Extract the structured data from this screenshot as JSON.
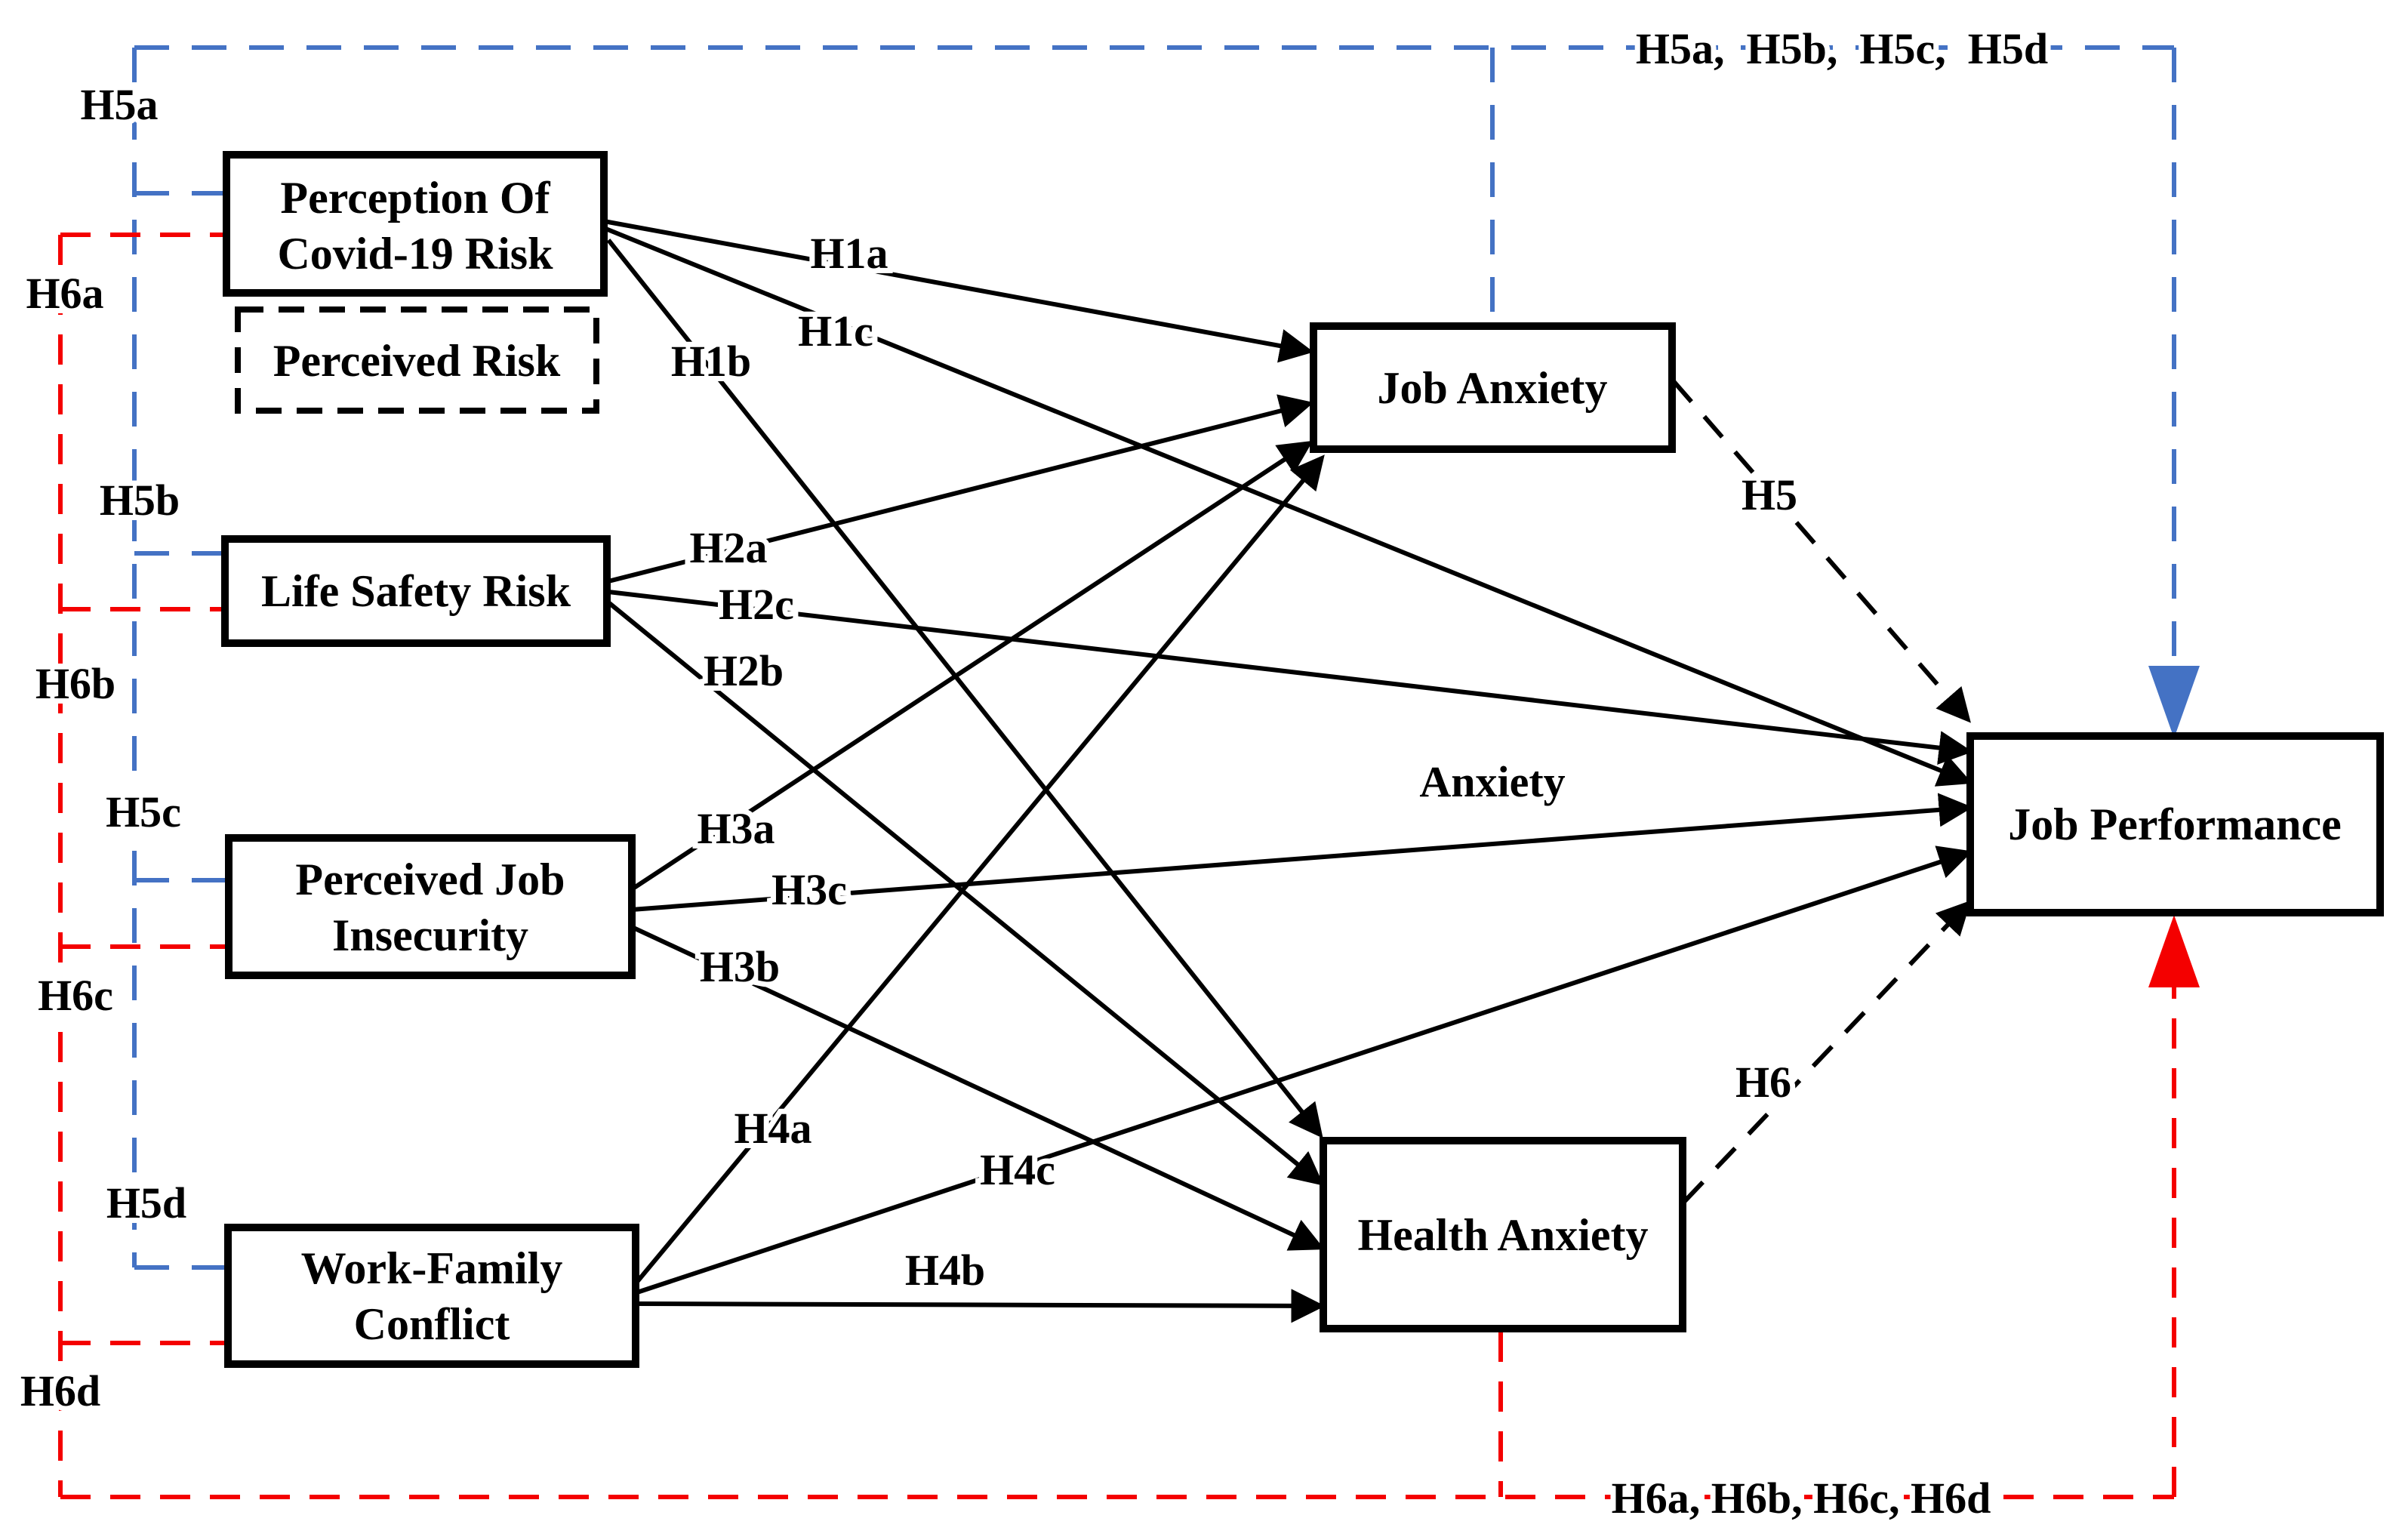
{
  "diagram": {
    "colors": {
      "mediation_blue": "#4472c4",
      "moderation_red": "#f40000",
      "ink_black": "#000000"
    },
    "boxes": {
      "perception": {
        "line1": "Perception Of",
        "line2": "Covid-19 Risk"
      },
      "perceived_risk": {
        "label": "Perceived Risk"
      },
      "life_safety": {
        "label": "Life Safety Risk"
      },
      "job_insecurity": {
        "line1": "Perceived Job",
        "line2": "Insecurity"
      },
      "work_family": {
        "line1": "Work-Family",
        "line2": "Conflict"
      },
      "job_anxiety": {
        "label": "Job Anxiety"
      },
      "health_anxiety": {
        "label": "Health Anxiety"
      },
      "job_performance": {
        "label": "Job Performance"
      }
    },
    "labels": {
      "h1a": "H1a",
      "h1b": "H1b",
      "h1c": "H1c",
      "h2a": "H2a",
      "h2b": "H2b",
      "h2c": "H2c",
      "h3a": "H3a",
      "h3b": "H3b",
      "h3c": "H3c",
      "h4a": "H4a",
      "h4b": "H4b",
      "h4c": "H4c",
      "h5": "H5",
      "h6": "H6",
      "anxiety": "Anxiety",
      "h5a": "H5a",
      "h5b": "H5b",
      "h5c": "H5c",
      "h5d": "H5d",
      "h6a": "H6a",
      "h6b": "H6b",
      "h6c": "H6c",
      "h6d": "H6d",
      "h5_group": "H5a,  H5b,  H5c,  H5d",
      "h6_group": "H6a, H6b, H6c, H6d"
    },
    "relationships": [
      {
        "label": "H1a",
        "from": "Perception Of Covid-19 Risk",
        "to": "Job Anxiety",
        "style": "solid-black"
      },
      {
        "label": "H1b",
        "from": "Perception Of Covid-19 Risk",
        "to": "Health Anxiety",
        "style": "solid-black"
      },
      {
        "label": "H1c",
        "from": "Perception Of Covid-19 Risk",
        "to": "Job Performance",
        "style": "solid-black"
      },
      {
        "label": "H2a",
        "from": "Life Safety Risk",
        "to": "Job Anxiety",
        "style": "solid-black"
      },
      {
        "label": "H2b",
        "from": "Life Safety Risk",
        "to": "Health Anxiety",
        "style": "solid-black"
      },
      {
        "label": "H2c",
        "from": "Life Safety Risk",
        "to": "Job Performance",
        "style": "solid-black"
      },
      {
        "label": "H3a",
        "from": "Perceived Job Insecurity",
        "to": "Job Anxiety",
        "style": "solid-black"
      },
      {
        "label": "H3b",
        "from": "Perceived Job Insecurity",
        "to": "Health Anxiety",
        "style": "solid-black"
      },
      {
        "label": "H3c",
        "from": "Perceived Job Insecurity",
        "to": "Job Performance",
        "style": "solid-black"
      },
      {
        "label": "H4a",
        "from": "Work-Family Conflict",
        "to": "Job Anxiety",
        "style": "solid-black"
      },
      {
        "label": "H4b",
        "from": "Work-Family Conflict",
        "to": "Health Anxiety",
        "style": "solid-black"
      },
      {
        "label": "H4c",
        "from": "Work-Family Conflict",
        "to": "Job Performance",
        "style": "solid-black"
      },
      {
        "label": "H5",
        "from": "Job Anxiety",
        "to": "Job Performance",
        "style": "dashed-black"
      },
      {
        "label": "H6",
        "from": "Health Anxiety",
        "to": "Job Performance",
        "style": "dashed-black"
      },
      {
        "label": "H5a, H5b, H5c, H5d",
        "from": "Predictors",
        "to": "Job Performance",
        "style": "dashed-blue"
      },
      {
        "label": "H6a, H6b, H6c, H6d",
        "from": "Predictors",
        "to": "Job Performance",
        "style": "dashed-red"
      }
    ]
  }
}
